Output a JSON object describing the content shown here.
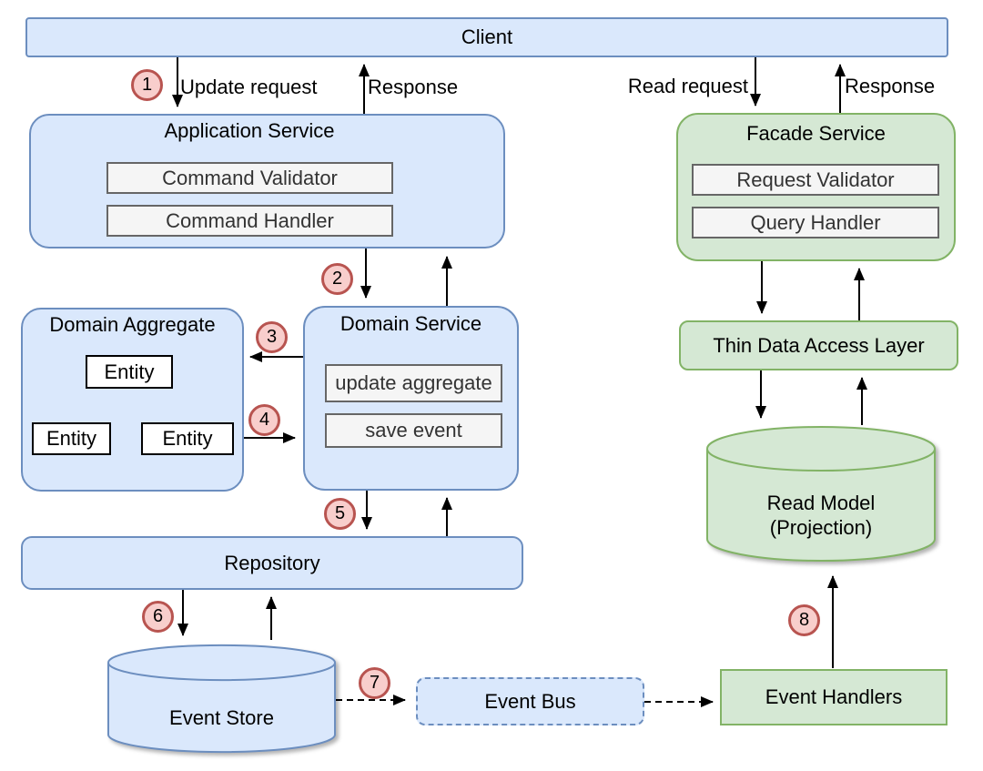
{
  "colors": {
    "blue_fill": "#dae8fc",
    "blue_stroke": "#6c8ebf",
    "green_fill": "#d5e8d4",
    "green_stroke": "#82b366",
    "gray_fill": "#f5f5f5",
    "gray_stroke": "#666666",
    "step_fill": "#f8cecc",
    "step_stroke": "#b85450",
    "arrow": "#000000"
  },
  "nodes": {
    "client": {
      "label": "Client"
    },
    "application_service": {
      "label": "Application Service",
      "items": [
        {
          "label": "Command Validator"
        },
        {
          "label": "Command Handler"
        }
      ]
    },
    "domain_aggregate": {
      "label": "Domain Aggregate",
      "entities": [
        {
          "label": "Entity"
        },
        {
          "label": "Entity"
        },
        {
          "label": "Entity"
        }
      ]
    },
    "domain_service": {
      "label": "Domain Service",
      "items": [
        {
          "label": "update aggregate"
        },
        {
          "label": "save event"
        }
      ]
    },
    "repository": {
      "label": "Repository"
    },
    "event_store": {
      "label": "Event Store"
    },
    "event_bus": {
      "label": "Event Bus"
    },
    "event_handlers": {
      "label": "Event Handlers"
    },
    "read_model": {
      "label": "Read Model",
      "sublabel": "(Projection)"
    },
    "thin_data_access_layer": {
      "label": "Thin Data Access Layer"
    },
    "facade_service": {
      "label": "Facade Service",
      "items": [
        {
          "label": "Request Validator"
        },
        {
          "label": "Query Handler"
        }
      ]
    }
  },
  "edge_labels": {
    "update_request": "Update request",
    "response_command": "Response",
    "read_request": "Read request",
    "response_query": "Response"
  },
  "steps": [
    {
      "num": "1"
    },
    {
      "num": "2"
    },
    {
      "num": "3"
    },
    {
      "num": "4"
    },
    {
      "num": "5"
    },
    {
      "num": "6"
    },
    {
      "num": "7"
    },
    {
      "num": "8"
    }
  ]
}
